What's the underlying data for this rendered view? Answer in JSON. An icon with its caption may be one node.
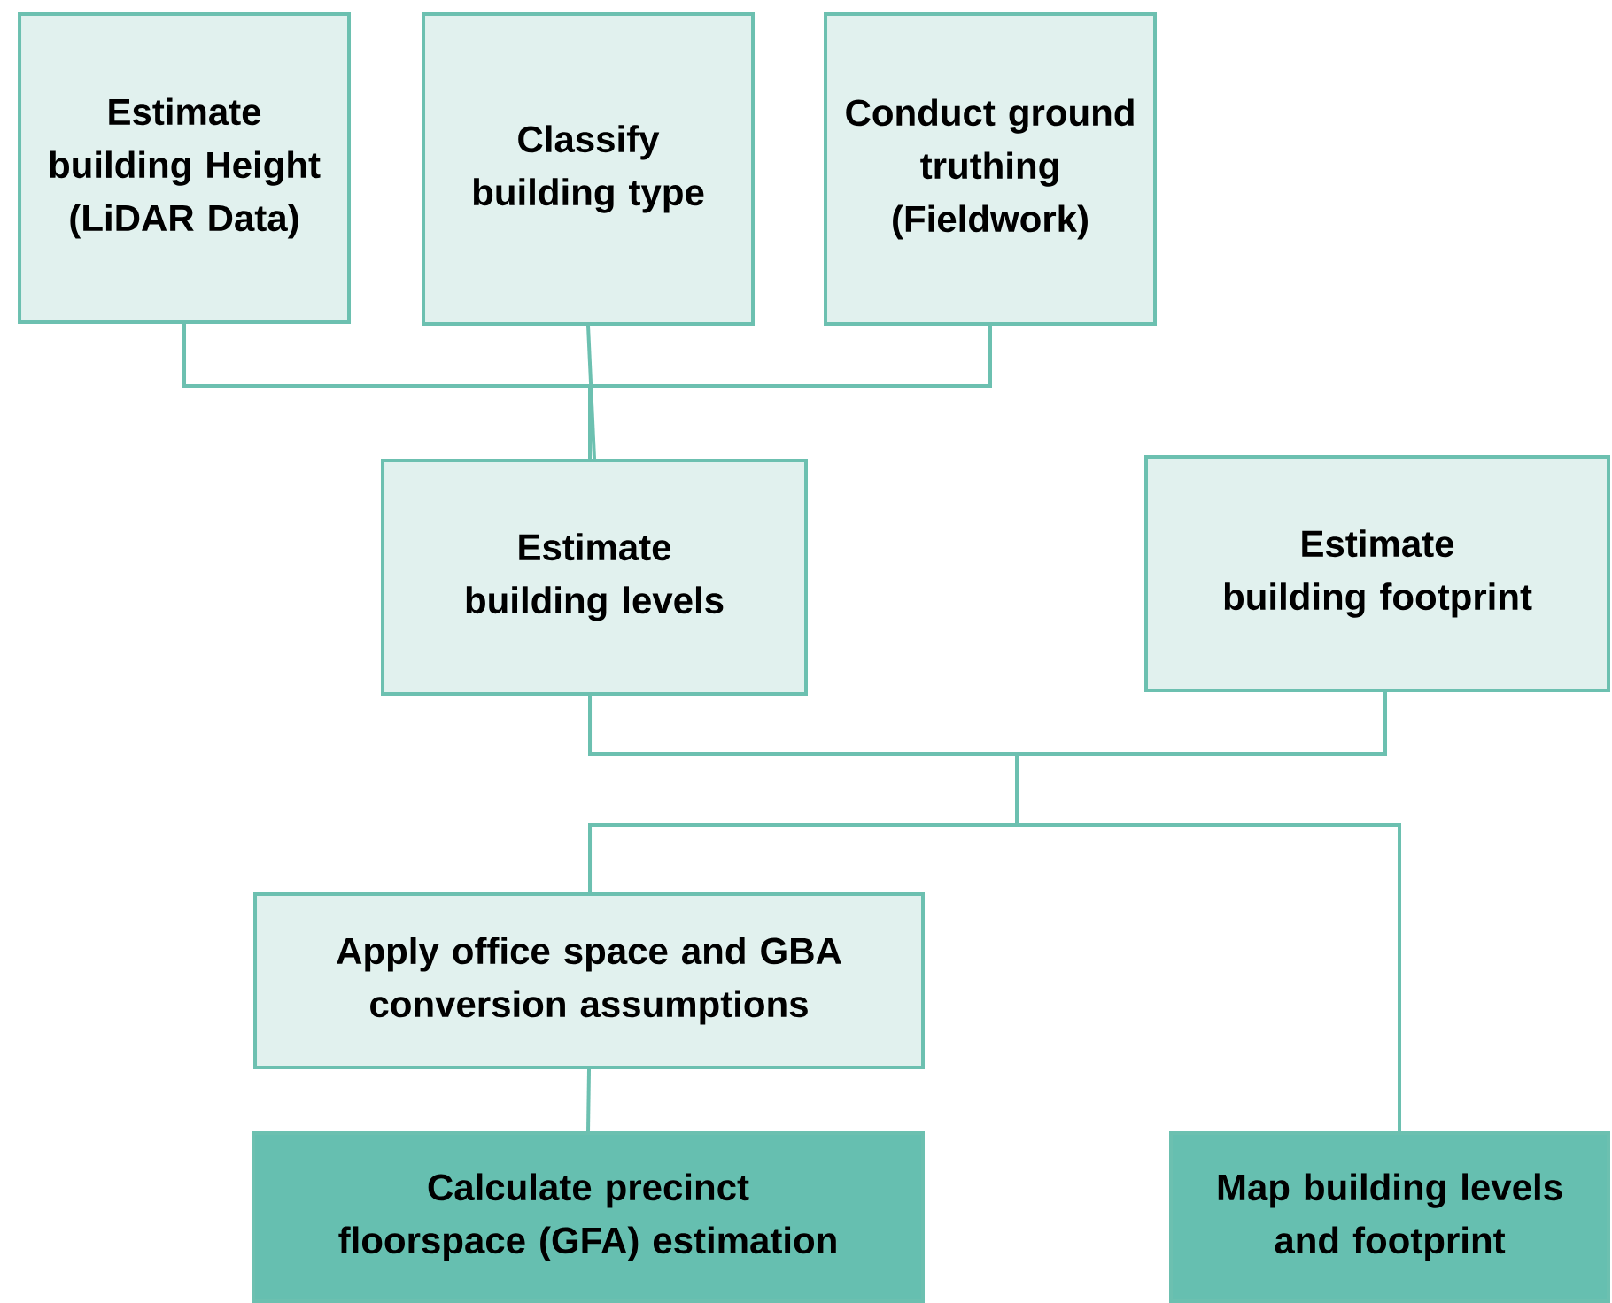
{
  "diagram": {
    "nodes": [
      {
        "text": [
          "Estimate building Height (LiDAR Data)"
        ]
      },
      {
        "text": [
          "Classify building type"
        ]
      },
      {
        "text": [
          "Conduct ground truthing (Fieldwork)"
        ]
      },
      {
        "text": [
          "Estimate building levels"
        ]
      },
      {
        "text": [
          "Estimate building footprint"
        ]
      },
      {
        "text": [
          "Apply office space and GBA conversion assumptions"
        ]
      },
      {
        "text": [
          "Calculate precinct floorspace (GFA) estimation"
        ]
      },
      {
        "text": [
          "Map building levels and footprint"
        ]
      }
    ],
    "edges": [
      {
        "from": 0,
        "to": 3,
        "arrow": "none"
      },
      {
        "from": 1,
        "to": 3,
        "arrow": "none"
      },
      {
        "from": 2,
        "to": 3,
        "arrow": "none"
      },
      {
        "from": 3,
        "to": 5,
        "arrow": "none"
      },
      {
        "from": 3,
        "to": 7,
        "arrow": "none"
      },
      {
        "from": 4,
        "to": 5,
        "arrow": "none"
      },
      {
        "from": 4,
        "to": 7,
        "arrow": "none"
      },
      {
        "from": 5,
        "to": 6,
        "arrow": "none"
      }
    ]
  }
}
